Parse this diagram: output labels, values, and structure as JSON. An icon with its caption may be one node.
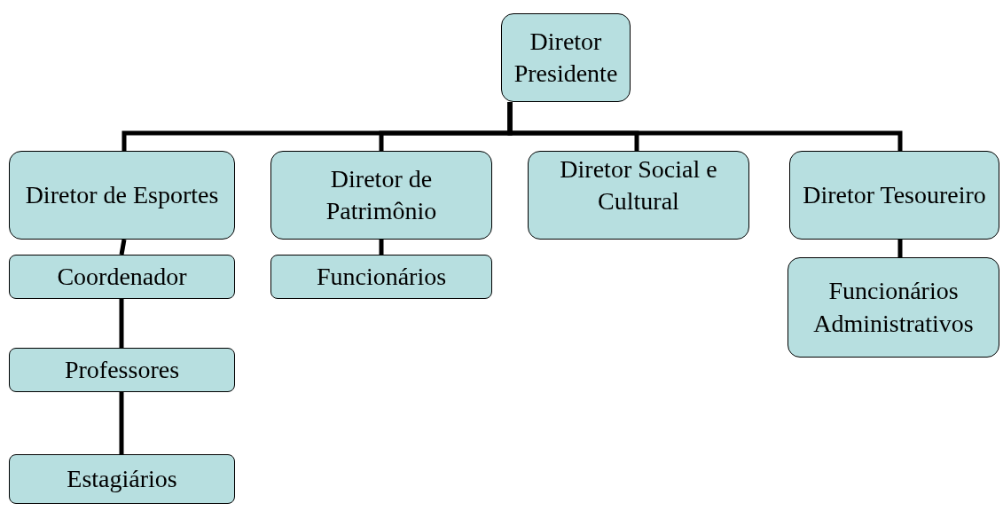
{
  "diagram": {
    "nodes": [
      {
        "text": [
          "Diretor Presidente"
        ]
      },
      {
        "text": [
          "Diretor de Esportes"
        ]
      },
      {
        "text": [
          "Diretor de Patrimônio"
        ]
      },
      {
        "text": [
          "Diretor Social e Cultural"
        ]
      },
      {
        "text": [
          "Diretor Tesoureiro"
        ]
      },
      {
        "text": [
          "Coordenador"
        ]
      },
      {
        "text": [
          "Funcionários"
        ]
      },
      {
        "text": [
          "Funcionários Administrativos"
        ]
      },
      {
        "text": [
          "Professores"
        ]
      },
      {
        "text": [
          "Estagiários"
        ]
      }
    ],
    "edges": [
      {
        "from": 0,
        "to": 1,
        "arrow": "none"
      },
      {
        "from": 0,
        "to": 2,
        "arrow": "none"
      },
      {
        "from": 0,
        "to": 3,
        "arrow": "none"
      },
      {
        "from": 0,
        "to": 4,
        "arrow": "none"
      },
      {
        "from": 1,
        "to": 5,
        "arrow": "none"
      },
      {
        "from": 2,
        "to": 6,
        "arrow": "none"
      },
      {
        "from": 4,
        "to": 7,
        "arrow": "none"
      },
      {
        "from": 5,
        "to": 8,
        "arrow": "none"
      },
      {
        "from": 8,
        "to": 9,
        "arrow": "none"
      }
    ]
  }
}
